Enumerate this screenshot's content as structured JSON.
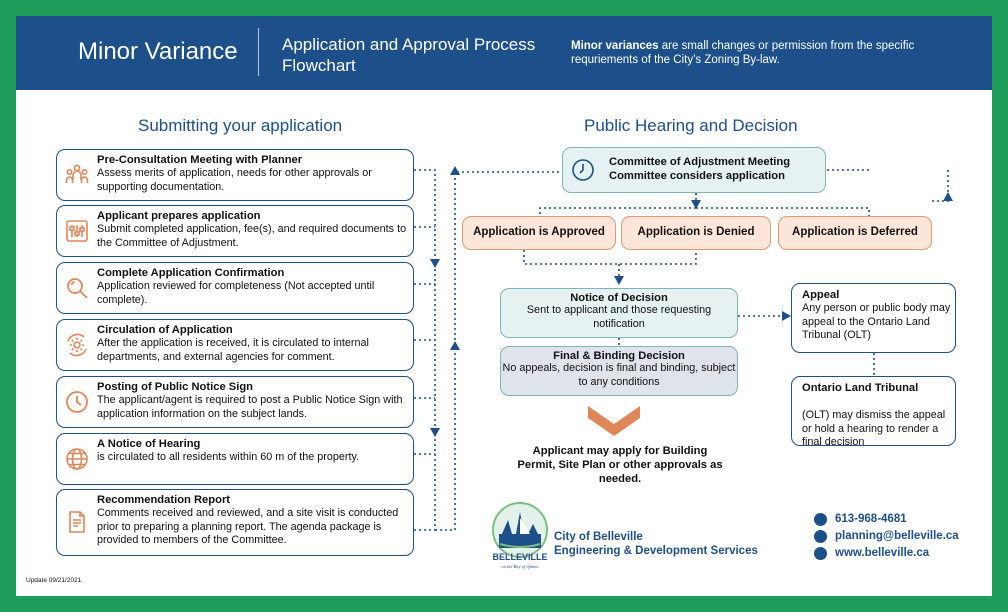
{
  "header": {
    "title": "Minor Variance",
    "subtitle": "Application and Approval Process Flowchart",
    "desc_bold": "Minor variances",
    "desc_rest": " are small changes or permission from the specific requriements of the City’s Zoning By-law."
  },
  "left": {
    "heading": "Submitting your application",
    "steps": [
      {
        "icon": "people-meeting-icon",
        "title": "Pre-Consultation Meeting with Planner",
        "text": "Assess merits of application, needs for other approvals or supporting documentation."
      },
      {
        "icon": "sliders-icon",
        "title": "Applicant prepares application",
        "text": "Submit completed application, fee(s), and required documents to the Committee of Adjustment."
      },
      {
        "icon": "magnifier-icon",
        "title": "Complete Application Confirmation",
        "text": "Application reviewed for completeness (Not accepted until complete)."
      },
      {
        "icon": "gear-cycle-icon",
        "title": "Circulation of Application",
        "text": "After the application is received, it is circulated to internal departments, and external agencies for comment."
      },
      {
        "icon": "clock-icon",
        "title": "Posting of Public Notice Sign",
        "text": "The applicant/agent is required to post a Public Notice Sign with application information on the subject lands."
      },
      {
        "icon": "globe-icon",
        "title": "A Notice of Hearing",
        "text": "is circulated to all residents within 60 m of the property."
      },
      {
        "icon": "report-icon",
        "title": "Recommendation Report",
        "text": "Comments received and reviewed, and a site visit is conducted prior to preparing a planning report. The agenda package is provided to members of the Committee."
      }
    ]
  },
  "right": {
    "heading": "Public Hearing and Decision",
    "committee_title": "Committee of Adjustment Meeting",
    "committee_sub": "Committee considers application",
    "approved": "Application is Approved",
    "denied": "Application is Denied",
    "deferred": "Application is Deferred",
    "notice_title": "Notice of Decision",
    "notice_text": "Sent to applicant and those requesting notification",
    "final_title": "Final & Binding Decision",
    "final_text": "No appeals, decision is final and binding, subject to any conditions",
    "appeal_title": "Appeal",
    "appeal_text": "Any person or public body may appeal to the Ontario Land Tribunal (OLT)",
    "olt_title": "Ontario Land Tribunal",
    "olt_text": "(OLT) may dismiss the appeal or hold a hearing to render a final decision",
    "apply_text": "Applicant may apply for Building Permit, Site Plan or other approvals as needed."
  },
  "footer": {
    "logo_word": "BELLEVILLE",
    "logo_tag": "on the Bay of Quinte",
    "org_line1": "City of Belleville",
    "org_line2": "Engineering & Development Services",
    "phone": "613-968-4681",
    "email": "planning@belleville.ca",
    "web": "www.belleville.ca",
    "update": "Update 09/21/2021"
  },
  "colors": {
    "brand_blue": "#1d4f8a",
    "frame_green": "#1f9d5b",
    "orange": "#e09a70",
    "teal_border": "#7fb5b5"
  }
}
